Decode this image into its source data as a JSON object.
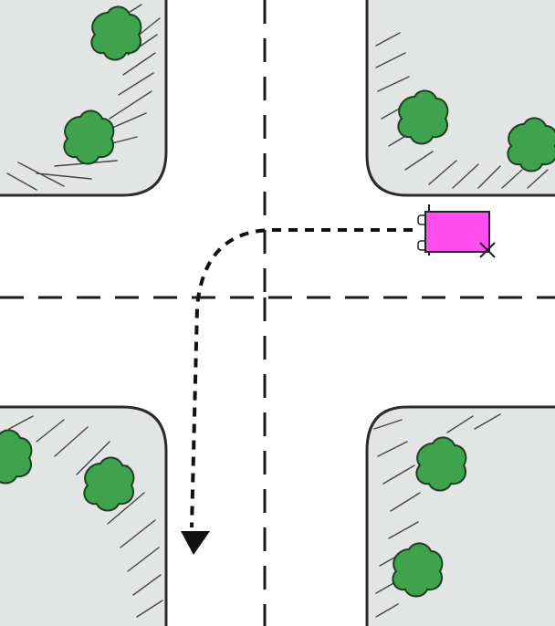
{
  "colors": {
    "road": "#ffffff",
    "sidewalk": "#e3e5e4",
    "curb": "#2b2b2b",
    "lane_marking": "#1a1a1a",
    "path": "#111111",
    "tree_fill": "#3fa34d",
    "tree_outline": "#1f3d22",
    "hatch": "#444444",
    "car_fill": "#ff4df0",
    "car_outline": "#222222"
  },
  "scene": {
    "type": "intersection-diagram",
    "vehicle": {
      "icon": "car-top-view-icon",
      "maneuver": "left-turn"
    },
    "path": {
      "style": "dashed",
      "end": "arrowhead"
    }
  }
}
